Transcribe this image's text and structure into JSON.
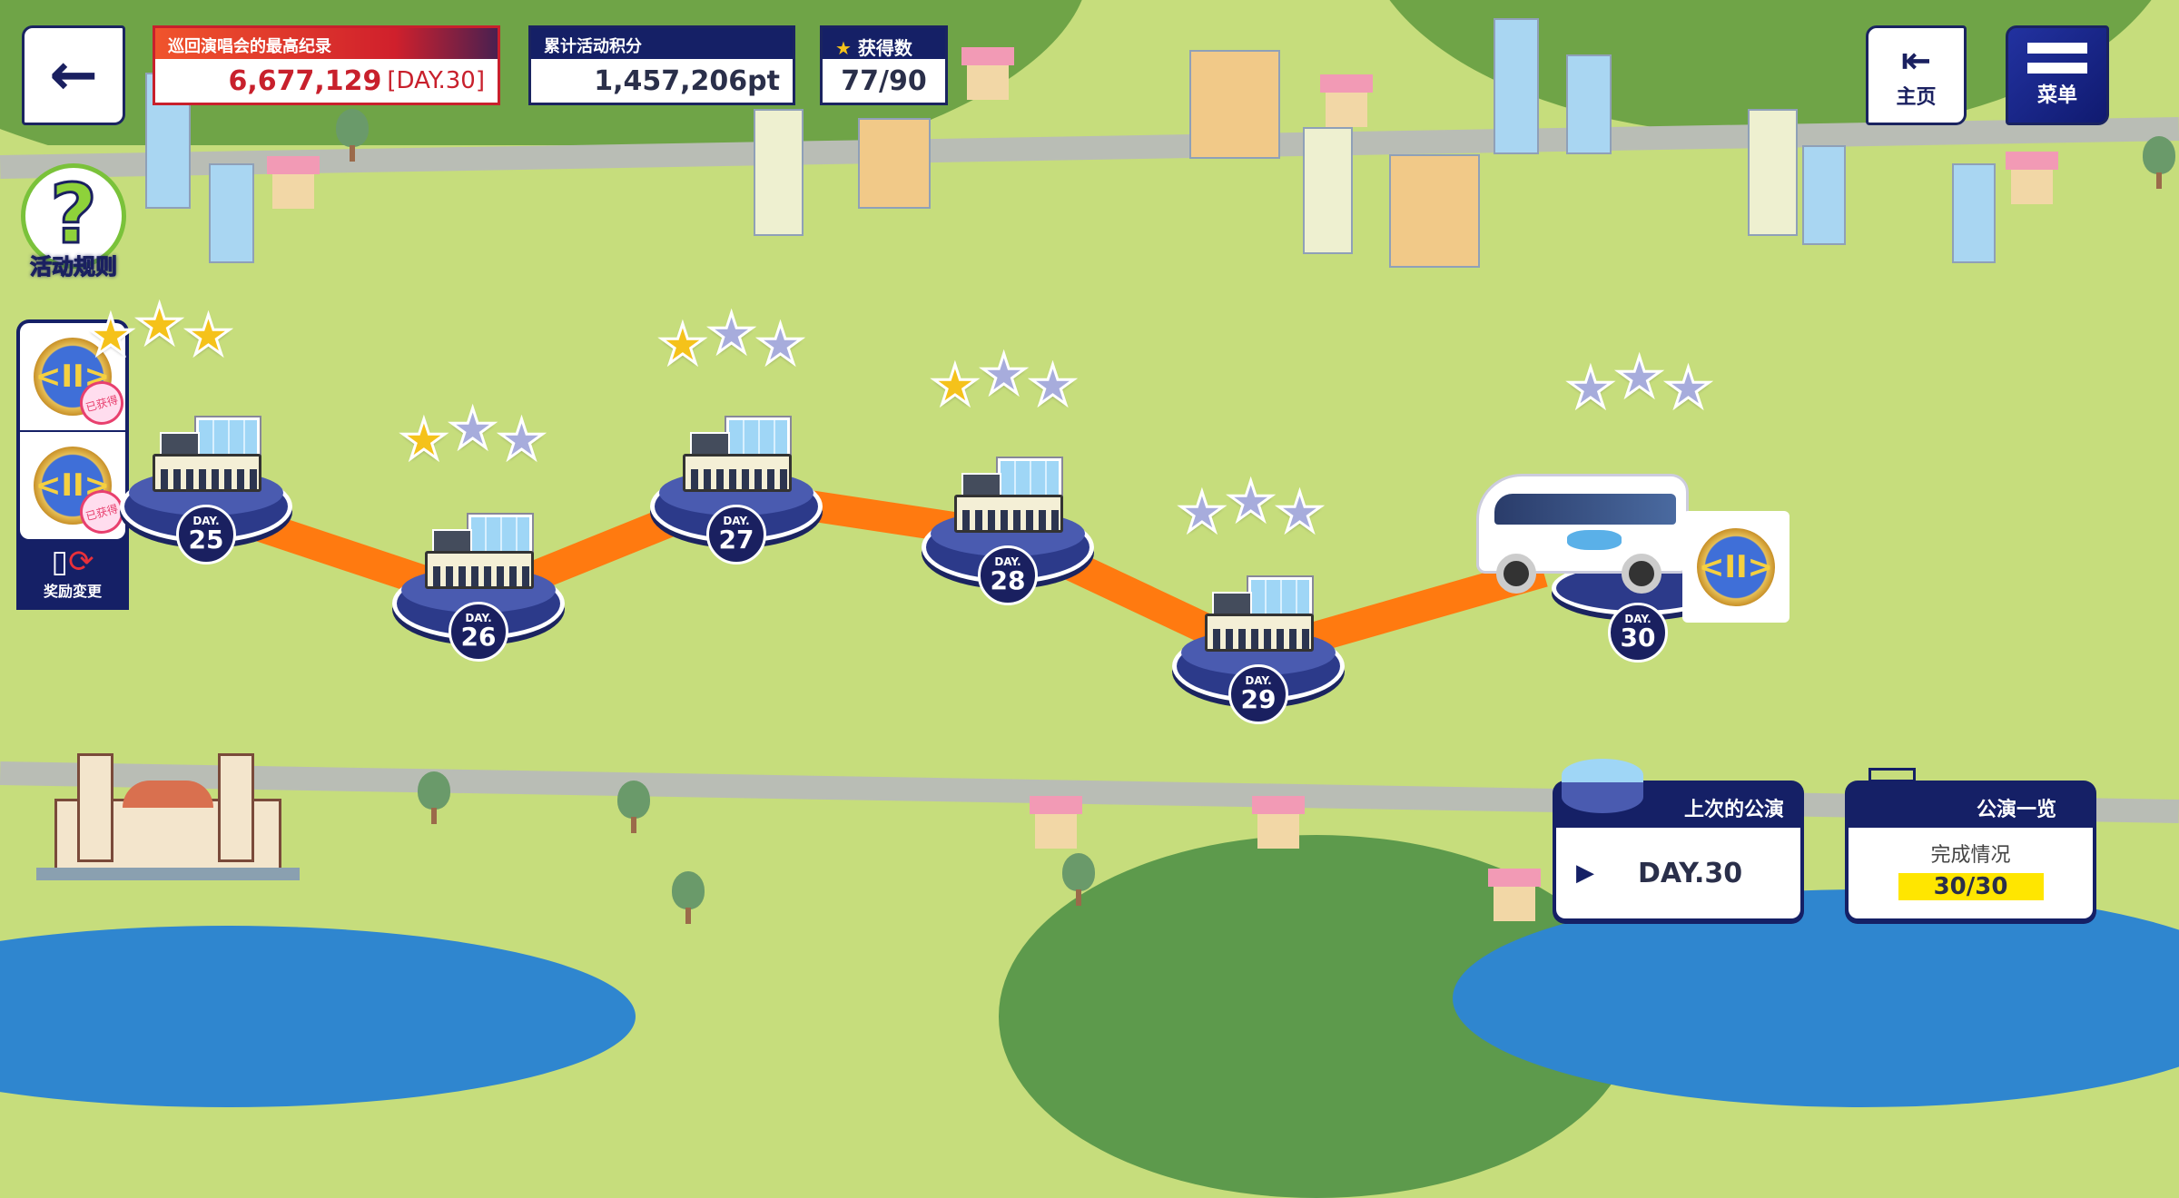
{
  "header": {
    "back_icon": "arrow-left",
    "best_record": {
      "label": "巡回演唱会的最高纪录",
      "value": "6,677,129",
      "day": "[DAY.30]"
    },
    "total_points": {
      "label": "累计活动积分",
      "value": "1,457,206pt"
    },
    "stars_earned": {
      "label": "获得数",
      "value": "77/90"
    },
    "home_label": "主页",
    "menu_label": "菜单"
  },
  "side": {
    "rules_label": "活动规则",
    "rules_icon": "?",
    "rewards": [
      {
        "medal": "<II>",
        "stamp": "已获得"
      },
      {
        "medal": "<II>",
        "stamp": "已获得"
      }
    ],
    "reward_change_label": "奖励変更"
  },
  "stages": [
    {
      "day_label": "DAY.",
      "day": "25",
      "stars": 3
    },
    {
      "day_label": "DAY.",
      "day": "26",
      "stars": 1
    },
    {
      "day_label": "DAY.",
      "day": "27",
      "stars": 1
    },
    {
      "day_label": "DAY.",
      "day": "28",
      "stars": 1
    },
    {
      "day_label": "DAY.",
      "day": "29",
      "stars": 0
    },
    {
      "day_label": "DAY.",
      "day": "30",
      "stars": 0
    }
  ],
  "current_reward": {
    "medal": "<II>"
  },
  "last_performance": {
    "title": "上次的公演",
    "value": "DAY.30"
  },
  "performance_list": {
    "title": "公演一览",
    "subtitle": "完成情况",
    "value": "30/30"
  },
  "colors": {
    "navy": "#152066",
    "record_red": "#c8202c",
    "path_orange": "#ff7a10",
    "star_gold": "#f5c21a",
    "star_empty": "#a7acdc",
    "progress_yellow": "#ffe600"
  }
}
